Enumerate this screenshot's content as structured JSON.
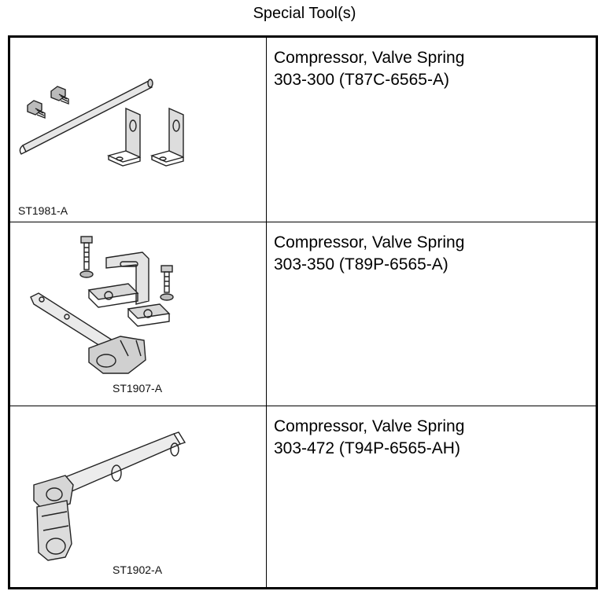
{
  "page": {
    "title": "Special Tool(s)"
  },
  "tools": [
    {
      "image_label": "ST1981-A",
      "name": "Compressor, Valve Spring",
      "part_number": "303-300 (T87C-6565-A)"
    },
    {
      "image_label": "ST1907-A",
      "name": "Compressor, Valve Spring",
      "part_number": "303-350 (T89P-6565-A)"
    },
    {
      "image_label": "ST1902-A",
      "name": "Compressor, Valve Spring",
      "part_number": "303-472 (T94P-6565-AH)"
    }
  ]
}
